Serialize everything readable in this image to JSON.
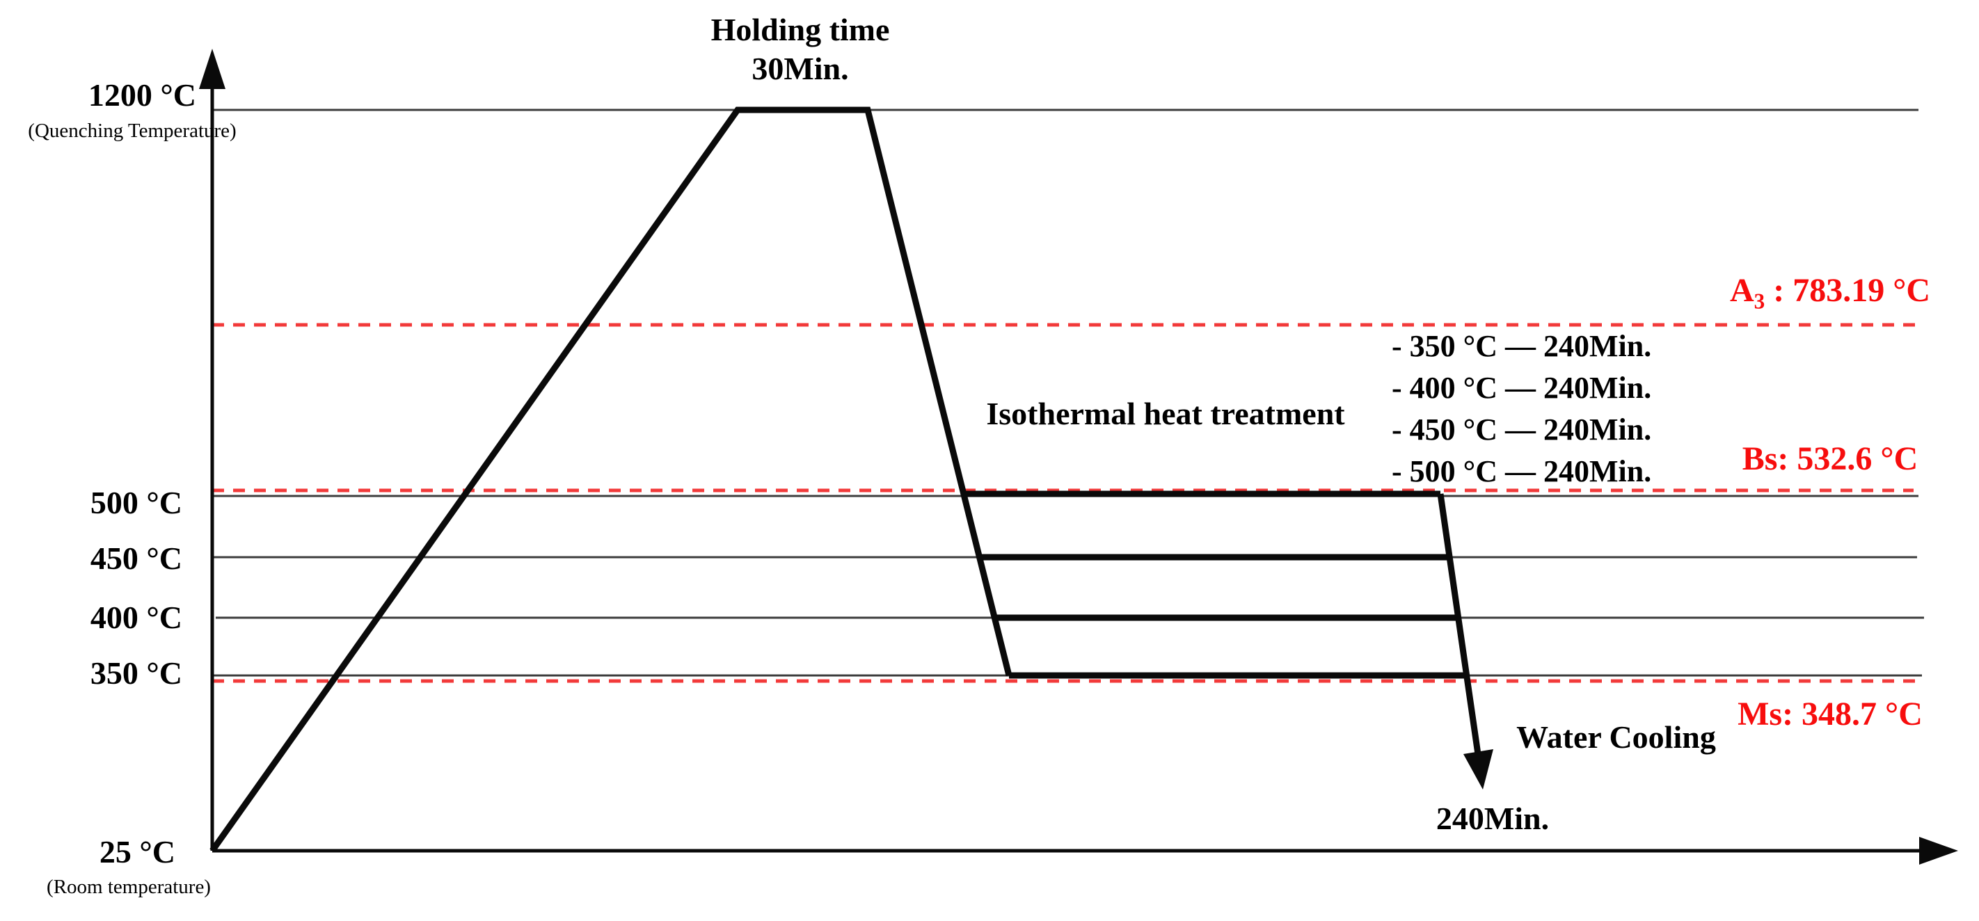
{
  "colors": {
    "line_black": "#0a0a0a",
    "thin_line": "#3c3c3c",
    "red_text": "#f70d0d",
    "red_dash": "#f23a3a",
    "background": "#ffffff"
  },
  "axis": {
    "y_top_label": "1200 °C",
    "y_top_sublabel": "(Quenching Temperature)",
    "y_labels": [
      "500 °C",
      "450 °C",
      "400 °C",
      "350 °C"
    ],
    "origin_label": "25 °C",
    "origin_sublabel": "(Room temperature)"
  },
  "annotations": {
    "holding_line1": "Holding time",
    "holding_line2": "30Min.",
    "isothermal_title": "Isothermal heat treatment",
    "isothermal_items": [
      "- 350 °C — 240Min.",
      "- 400 °C — 240Min.",
      "- 450 °C — 240Min.",
      "- 500 °C — 240Min."
    ],
    "water_cooling": "Water Cooling",
    "duration_label": "240Min.",
    "a3_base": "A",
    "a3_sub": "3",
    "a3_rest": " : 783.19 °C",
    "bs_label": "Bs: 532.6 °C",
    "ms_label": "Ms: 348.7 °C"
  }
}
